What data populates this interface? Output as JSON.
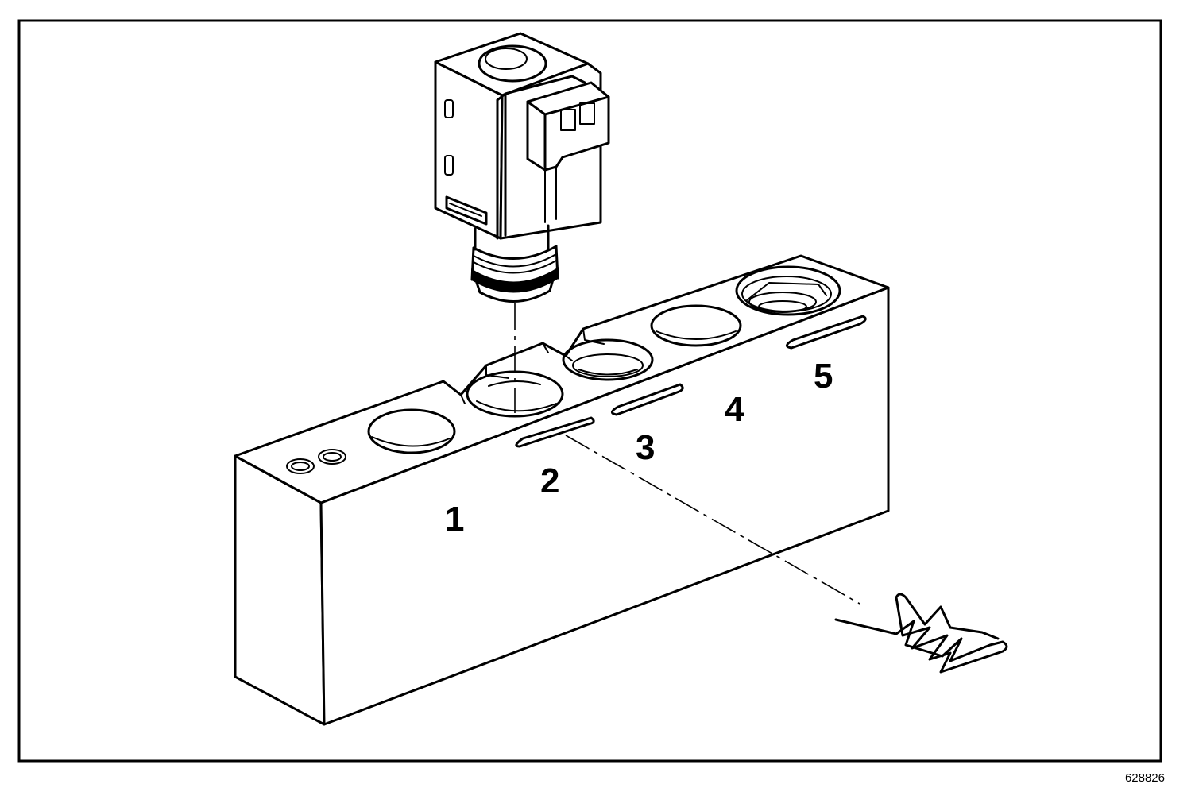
{
  "diagram": {
    "position_labels": [
      "1",
      "2",
      "3",
      "4",
      "5"
    ],
    "figure_code": "628826"
  }
}
